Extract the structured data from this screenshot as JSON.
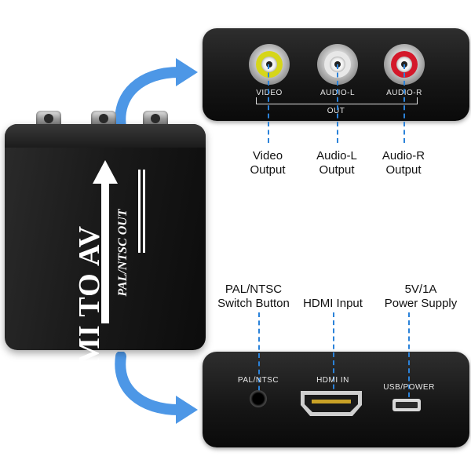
{
  "device": {
    "title": "HDMI TO AV",
    "subtitle": "PAL/NTSC OUT"
  },
  "top_panel": {
    "ports": [
      "VIDEO",
      "AUDIO-L",
      "AUDIO-R"
    ],
    "group_label": "OUT"
  },
  "top_callouts": [
    {
      "line1": "Video",
      "line2": "Output"
    },
    {
      "line1": "Audio-L",
      "line2": "Output"
    },
    {
      "line1": "Audio-R",
      "line2": "Output"
    }
  ],
  "bottom_panel": {
    "ports": [
      "PAL/NTSC",
      "HDMI IN",
      "USB/POWER"
    ]
  },
  "bottom_callouts": [
    {
      "line1": "PAL/NTSC",
      "line2": "Switch Button"
    },
    {
      "line1": "HDMI Input",
      "line2": ""
    },
    {
      "line1": "5V/1A",
      "line2": "Power Supply"
    }
  ],
  "colors": {
    "accent_blue": "#2b82d9",
    "video_jack": "#d6d619",
    "audio_l_jack": "#e8e8e8",
    "audio_r_jack": "#d4182a"
  }
}
